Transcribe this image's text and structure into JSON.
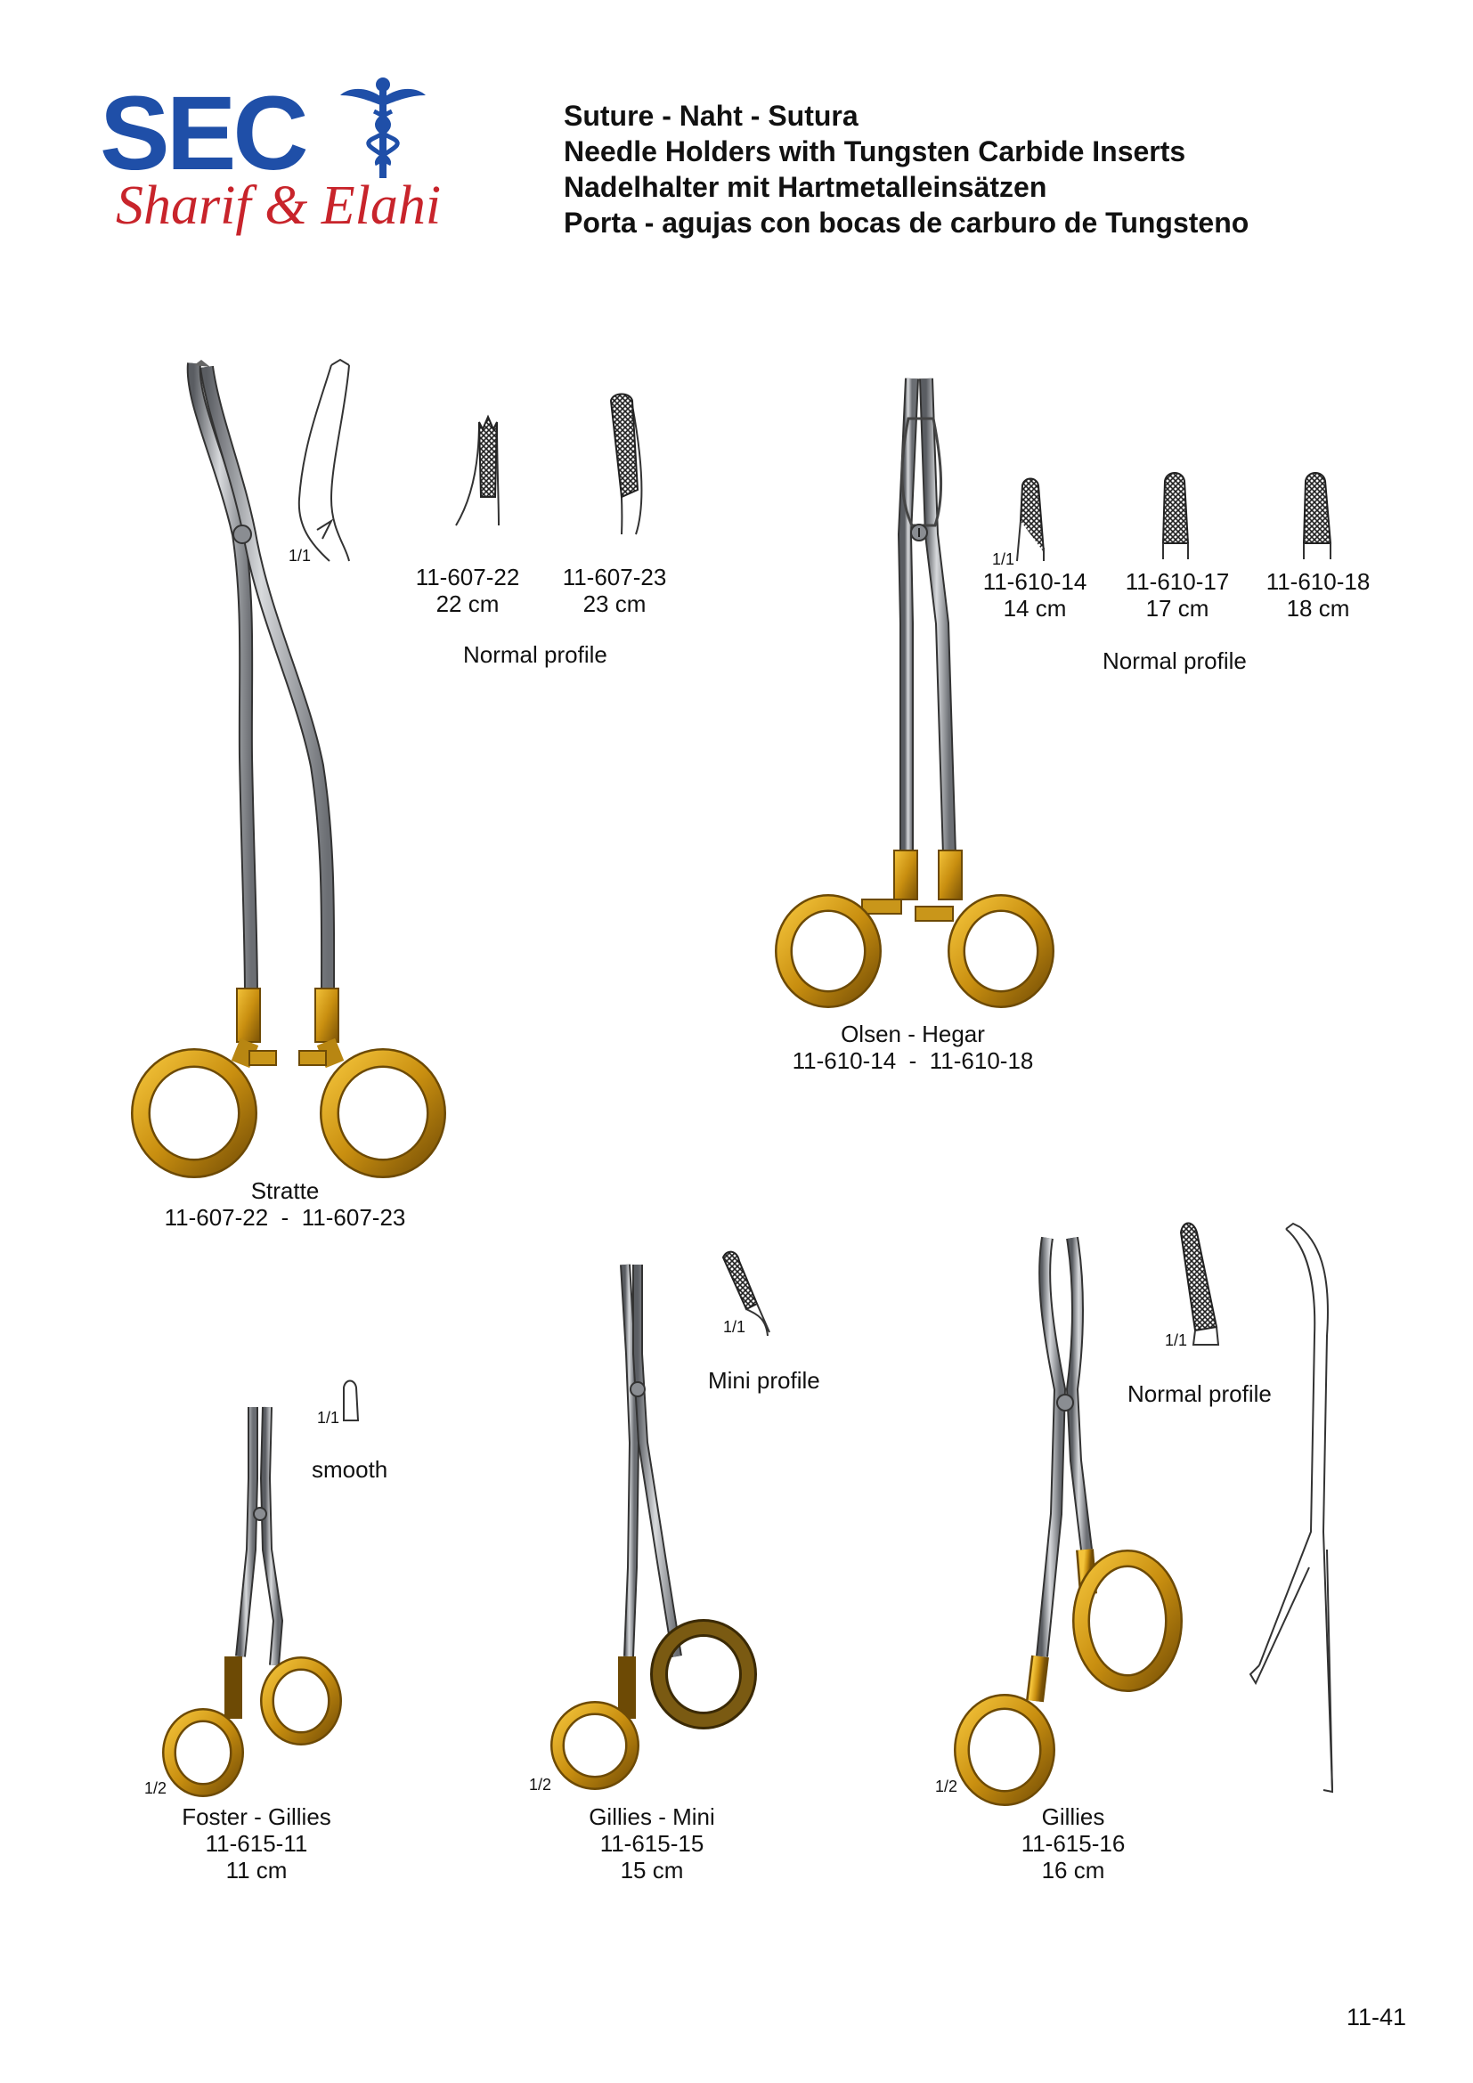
{
  "logo": {
    "mark": "SEC",
    "script": "Sharif & Elahi",
    "icon": "caduceus-icon"
  },
  "header": {
    "line1": "Suture  -  Naht  -  Sutura",
    "line2": "Needle Holders with Tungsten Carbide Inserts",
    "line3": "Nadelhalter mit Hartmetalleinsätzen",
    "line4": "Porta - agujas con bocas de carburo de Tungsteno"
  },
  "stratte": {
    "name": "Stratte",
    "codes": "11-607-22  -  11-607-23",
    "scale": "1/1",
    "tip1_code": "11-607-22",
    "tip1_size": "22 cm",
    "tip2_code": "11-607-23",
    "tip2_size": "23 cm",
    "profile": "Normal profile"
  },
  "olsen": {
    "name": "Olsen - Hegar",
    "codes": "11-610-14  -  11-610-18",
    "scale": "1/1",
    "tip1_code": "11-610-14",
    "tip1_size": "14 cm",
    "tip2_code": "11-610-17",
    "tip2_size": "17 cm",
    "tip3_code": "11-610-18",
    "tip3_size": "18 cm",
    "profile": "Normal profile"
  },
  "foster": {
    "name": "Foster - Gillies",
    "code": "11-615-11",
    "size": "11 cm",
    "scale_detail": "1/1",
    "scale_main": "1/2",
    "profile": "smooth"
  },
  "gillies_mini": {
    "name": "Gillies - Mini",
    "code": "11-615-15",
    "size": "15 cm",
    "scale_detail": "1/1",
    "scale_main": "1/2",
    "profile": "Mini profile"
  },
  "gillies": {
    "name": "Gillies",
    "code": "11-615-16",
    "size": "16 cm",
    "scale_detail": "1/1",
    "scale_main": "1/2",
    "profile": "Normal profile"
  },
  "page_number": "11-41",
  "colors": {
    "gold": "#d9a21a",
    "gold_dark": "#8a5d06",
    "steel": "#b9bcc0",
    "steel_dark": "#4a4d52",
    "logo_blue": "#1f4fa8",
    "logo_red": "#c8242b"
  }
}
